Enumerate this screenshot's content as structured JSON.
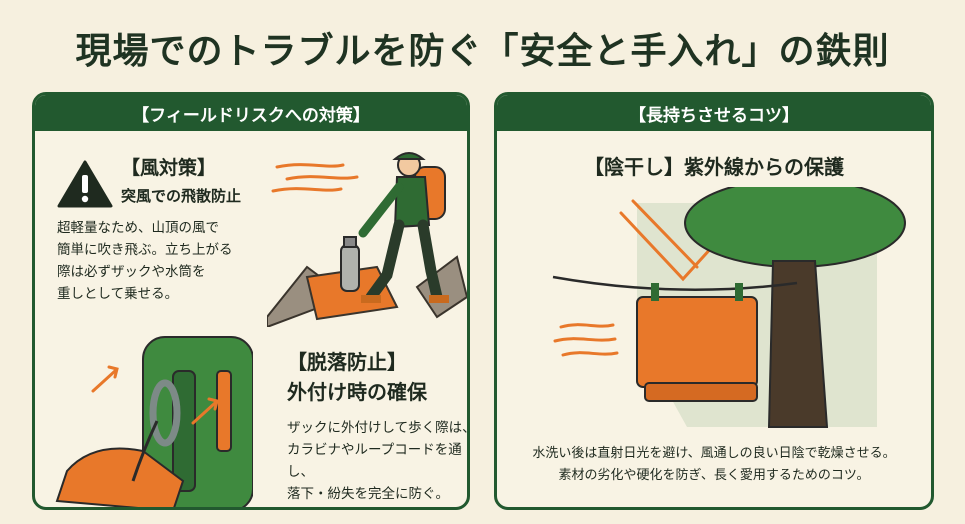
{
  "title": "現場でのトラブルを防ぐ「安全と手入れ」の鉄則",
  "left_panel": {
    "header": "【フィールドリスクへの対策】",
    "wind": {
      "title": "【風対策】",
      "subtitle": "突風での飛散防止",
      "lines": [
        "超軽量なため、山頂の風で",
        "簡単に吹き飛ぶ。立ち上がる",
        "際は必ずザックや水筒を",
        "重しとして乗せる。"
      ]
    },
    "drop": {
      "title_lines": [
        "【脱落防止】",
        "外付け時の確保"
      ],
      "lines": [
        "ザックに外付けして歩く際は、",
        "カラビナやループコードを通し、",
        "落下・紛失を完全に防ぐ。"
      ]
    }
  },
  "right_panel": {
    "header": "【長持ちさせるコツ】",
    "shade": {
      "title": "【陰干し】紫外線からの保護",
      "lines": [
        "水洗い後は直射日光を避け、風通しの良い日陰で乾燥させる。",
        "素材の劣化や硬化を防ぎ、長く愛用するためのコツ。"
      ]
    }
  },
  "colors": {
    "green_dark": "#22592f",
    "green": "#3f8a3f",
    "orange": "#e8782a",
    "cream": "#f6f0df"
  }
}
